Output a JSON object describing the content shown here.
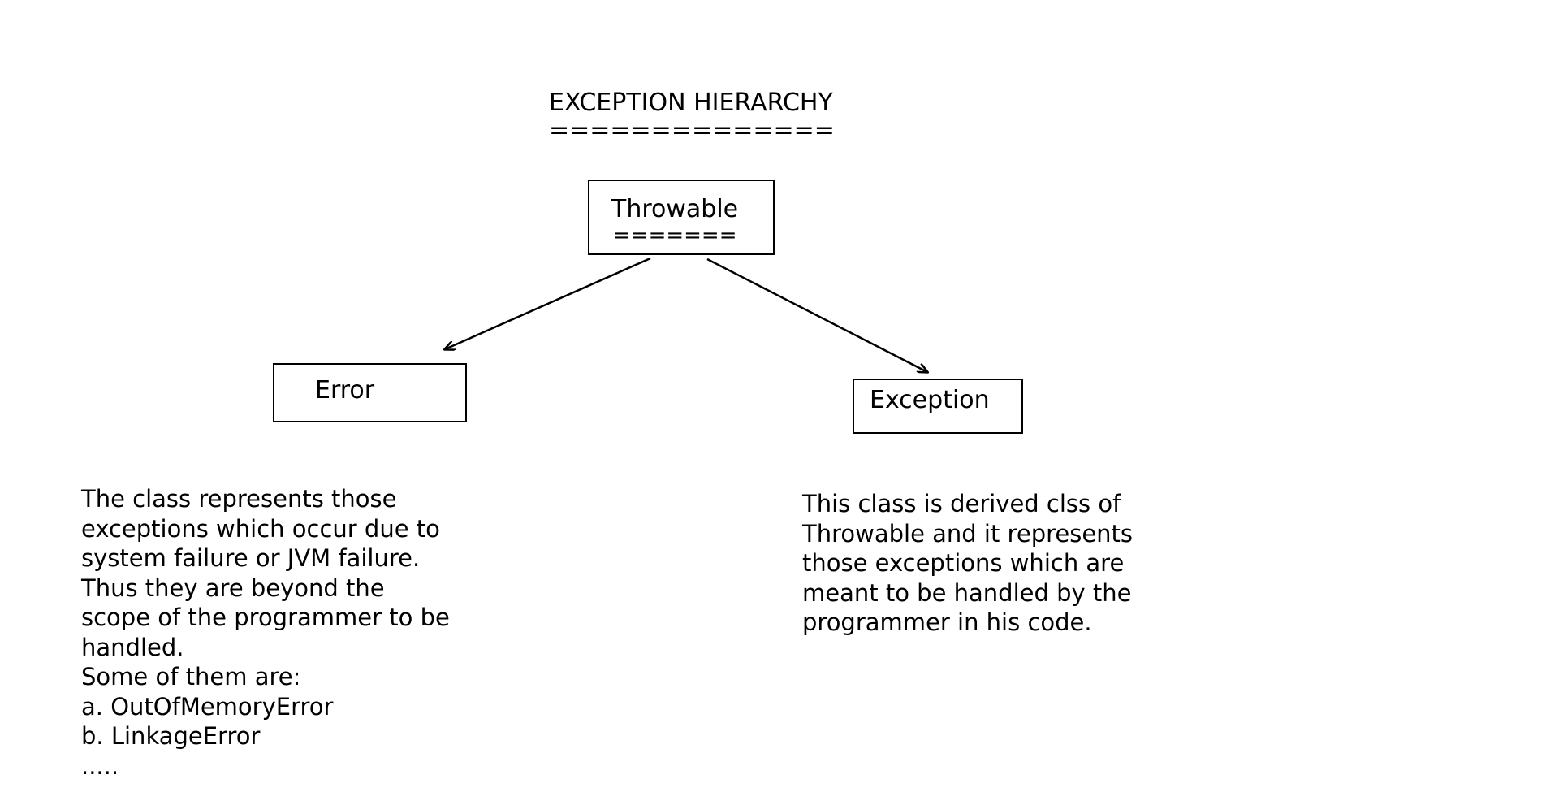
{
  "diagram": {
    "title": "EXCEPTION HIERARCHY",
    "title_underline": "==============",
    "nodes": {
      "throwable": {
        "label": "Throwable",
        "underline": "======="
      },
      "error": {
        "label": "Error"
      },
      "exception": {
        "label": "Exception"
      }
    },
    "edges": [
      {
        "from": "throwable",
        "to": "error"
      },
      {
        "from": "throwable",
        "to": "exception"
      }
    ],
    "descriptions": {
      "error": "The class represents those\nexceptions which occur due to\nsystem failure or JVM failure.\nThus they are beyond the\nscope of the programmer to be\nhandled.\nSome of them are:\na. OutOfMemoryError\nb. LinkageError\n.....",
      "exception": "This class is derived clss of\nThrowable and it represents\nthose exceptions which are\nmeant to be handled by the\nprogrammer in his code."
    }
  }
}
